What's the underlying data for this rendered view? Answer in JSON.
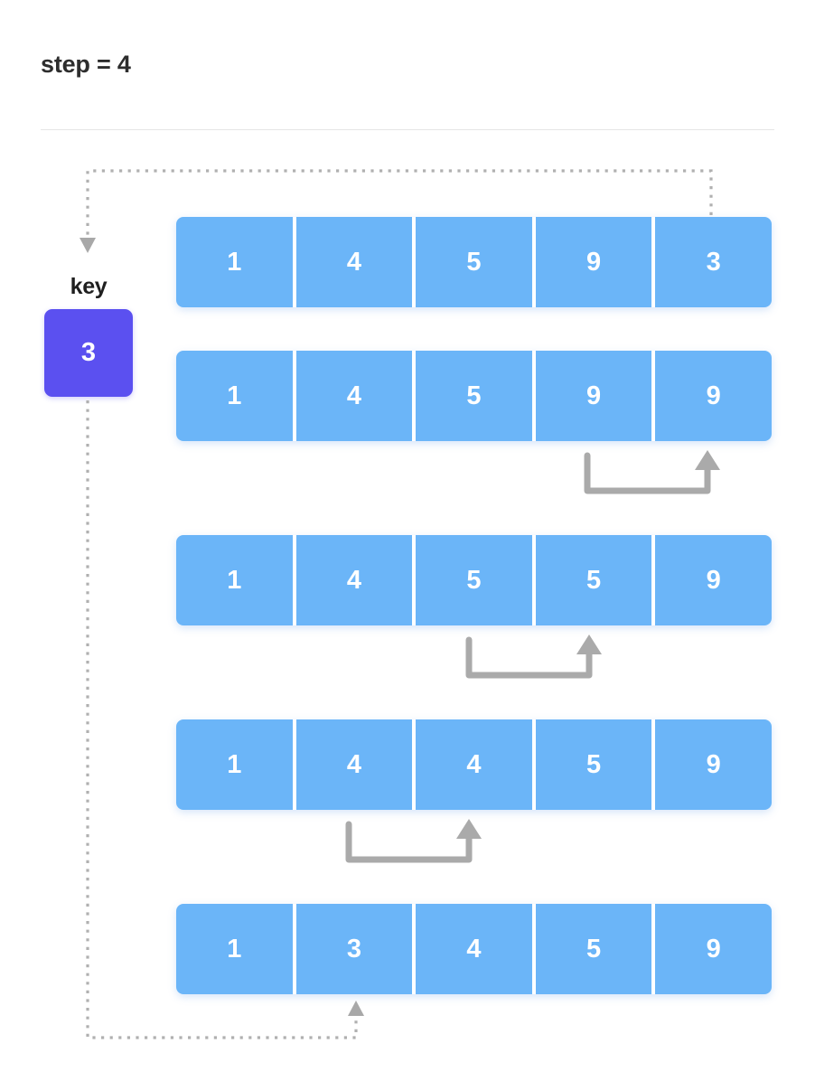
{
  "header": {
    "title": "step = 4"
  },
  "key_panel": {
    "label": "key",
    "value": "3",
    "color": "#5b50f0"
  },
  "colors": {
    "cell": "#6bb5f8",
    "cell_text": "#ffffff",
    "key": "#5b50f0",
    "arrow": "#aaaaaa",
    "dotted": "#b0b0b0",
    "divider": "#e6e6e6",
    "title_text": "#2d2d2d",
    "background": "#ffffff"
  },
  "chart_data": {
    "type": "table",
    "title": "step = 4",
    "description": "Insertion sort step 4: key 3 is taken from index 4 and shifted left past 9, 5 and 4 until it lands at index 1.",
    "algorithm": "insertion-sort",
    "step": 4,
    "key": 3,
    "key_source_index": 4,
    "key_insert_index": 1,
    "columns": [
      "0",
      "1",
      "2",
      "3",
      "4"
    ],
    "rows": [
      {
        "id": "row-0",
        "values": [
          "1",
          "4",
          "5",
          "9",
          "3"
        ],
        "shift_from": null,
        "shift_to": null
      },
      {
        "id": "row-1",
        "values": [
          "1",
          "4",
          "5",
          "9",
          "9"
        ],
        "shift_from": 3,
        "shift_to": 4
      },
      {
        "id": "row-2",
        "values": [
          "1",
          "4",
          "5",
          "5",
          "9"
        ],
        "shift_from": 2,
        "shift_to": 3
      },
      {
        "id": "row-3",
        "values": [
          "1",
          "4",
          "4",
          "5",
          "9"
        ],
        "shift_from": 1,
        "shift_to": 2
      },
      {
        "id": "row-4",
        "values": [
          "1",
          "3",
          "4",
          "5",
          "9"
        ],
        "shift_from": null,
        "shift_to": null
      }
    ]
  },
  "annotations": {
    "key_pickup_path": "dotted path from array index 4 of the first row up and left, then down into the key box",
    "key_insert_path": "dotted path from the key box down, right, then up into index 1 of the last row",
    "shift_arrows": "gray U-shaped arrows below rows 2, 3 and 4 showing each element shifted one slot right"
  }
}
